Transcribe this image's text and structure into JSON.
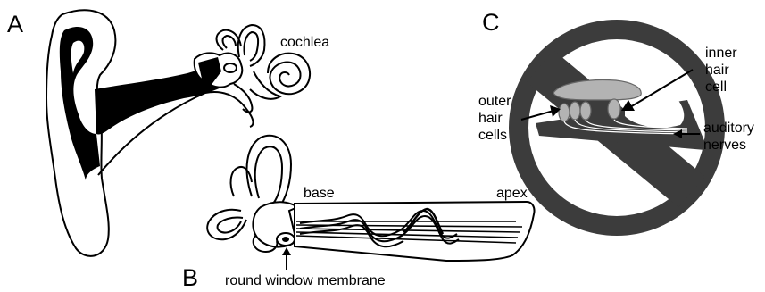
{
  "panels": {
    "a": {
      "letter": "A",
      "label_cochlea": "cochlea"
    },
    "b": {
      "letter": "B",
      "label_base": "base",
      "label_apex": "apex",
      "label_round_window": "round window membrane"
    },
    "c": {
      "letter": "C",
      "label_outer_hair_cells": [
        "outer",
        "hair",
        "cells"
      ],
      "label_inner_hair_cell": [
        "inner",
        "hair",
        "cell"
      ],
      "label_auditory_nerves": [
        "auditory",
        "nerves"
      ]
    }
  },
  "colors": {
    "ink": "#000000",
    "hair_cell_gray": "#b3b3b3",
    "membrane_gray": "#c8c8c8",
    "tissue_dark": "#3c3c3c"
  }
}
